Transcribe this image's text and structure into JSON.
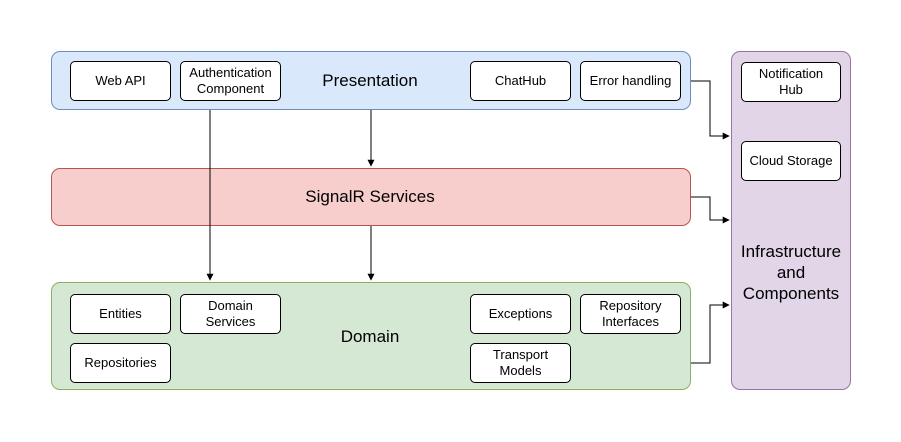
{
  "layers": {
    "presentation": {
      "title": "Presentation",
      "fill": "#dae8fc",
      "stroke": "#6c8ebf"
    },
    "signalr": {
      "title": "SignalR Services",
      "fill": "#f8cecc",
      "stroke": "#b85450"
    },
    "domain": {
      "title": "Domain",
      "fill": "#d5e8d4",
      "stroke": "#82b366"
    },
    "infrastructure": {
      "title": "Infrastructure\nand\nComponents",
      "fill": "#e1d5e7",
      "stroke": "#9673a6"
    }
  },
  "presentation_items": {
    "web_api": "Web API",
    "authentication_component": "Authentication\nComponent",
    "chathub": "ChatHub",
    "error_handling": "Error handling"
  },
  "domain_items": {
    "entities": "Entities",
    "domain_services": "Domain\nServices",
    "repositories": "Repositories",
    "exceptions": "Exceptions",
    "repository_interfaces": "Repository\nInterfaces",
    "transport_models": "Transport\nModels"
  },
  "infrastructure_items": {
    "notification_hub": "Notification\nHub",
    "cloud_storage": "Cloud Storage"
  }
}
